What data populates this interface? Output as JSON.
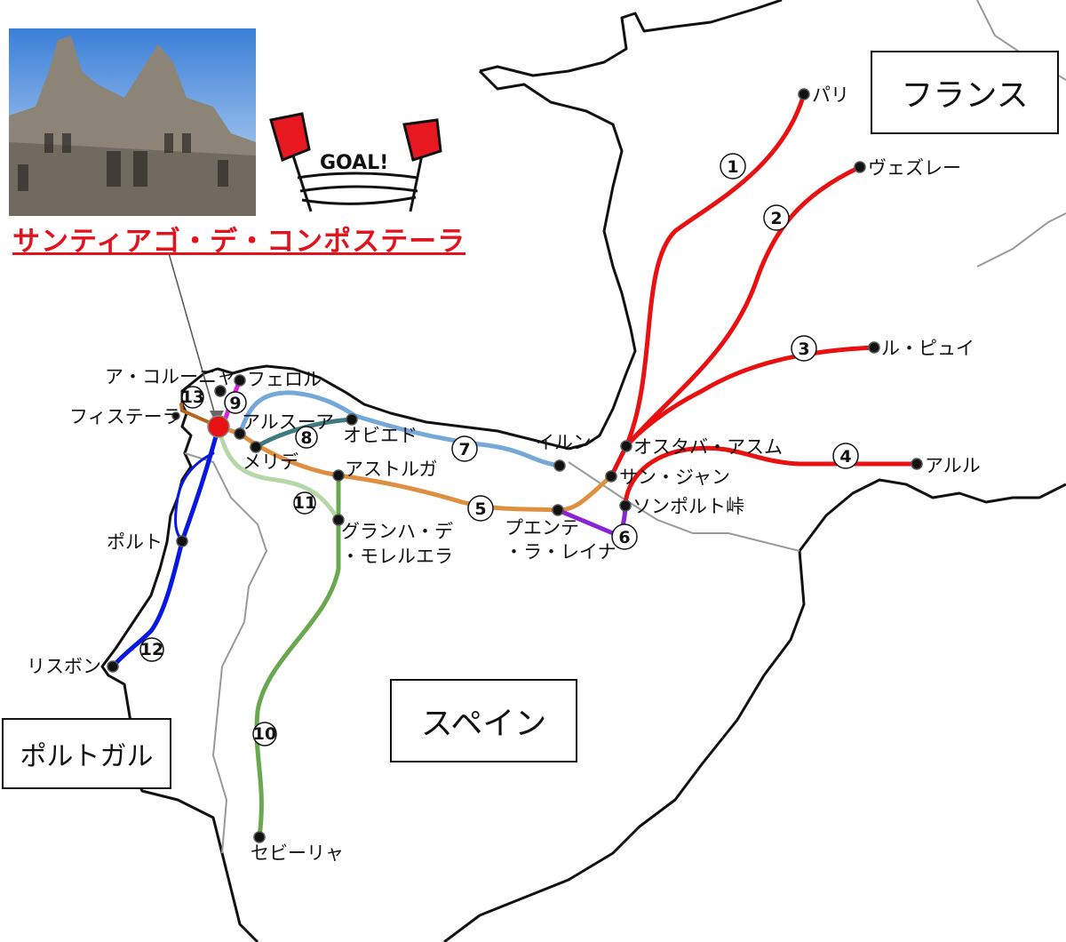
{
  "title": "サンティアゴ・デ・コンポステーラ",
  "goal_text": "GOAL!",
  "countries": {
    "france": "フランス",
    "spain": "スペイン",
    "portugal": "ポルトガル"
  },
  "places": {
    "paris": "パリ",
    "vezelay": "ヴェズレー",
    "lepuy": "ル・ピュイ",
    "arles": "アルル",
    "ostabat": "オスタバ・アスム",
    "stjean": "サン・ジャン",
    "somport": "ソンポルト峠",
    "puente1": "プエンテ",
    "puente2": "・ラ・レイナ",
    "irun": "イルン",
    "oviedo": "オビエド",
    "arzua": "アルスーア",
    "melide": "メリデ",
    "astorga": "アストルガ",
    "granja1": "グランハ・デ",
    "granja2": "・モレルエラ",
    "sevilla": "セビーリャ",
    "porto": "ポルト",
    "lisbon": "リスボン",
    "acoruna": "ア・コルーニャ",
    "ferrol": "フェロル",
    "finisterre": "フィステーラ"
  },
  "routes": [
    {
      "num": "1",
      "color": "#e81010"
    },
    {
      "num": "2",
      "color": "#e81010"
    },
    {
      "num": "3",
      "color": "#e81010"
    },
    {
      "num": "4",
      "color": "#e81010"
    },
    {
      "num": "5",
      "color": "#de9040"
    },
    {
      "num": "6",
      "color": "#8a22d8"
    },
    {
      "num": "7",
      "color": "#74a8d8"
    },
    {
      "num": "8",
      "color": "#3f7a82"
    },
    {
      "num": "9",
      "color": "#e020e0"
    },
    {
      "num": "10",
      "color": "#6aa84f"
    },
    {
      "num": "11",
      "color": "#b6d7a8"
    },
    {
      "num": "12",
      "color": "#0818e0"
    },
    {
      "num": "13",
      "color": "#b5651d"
    }
  ]
}
